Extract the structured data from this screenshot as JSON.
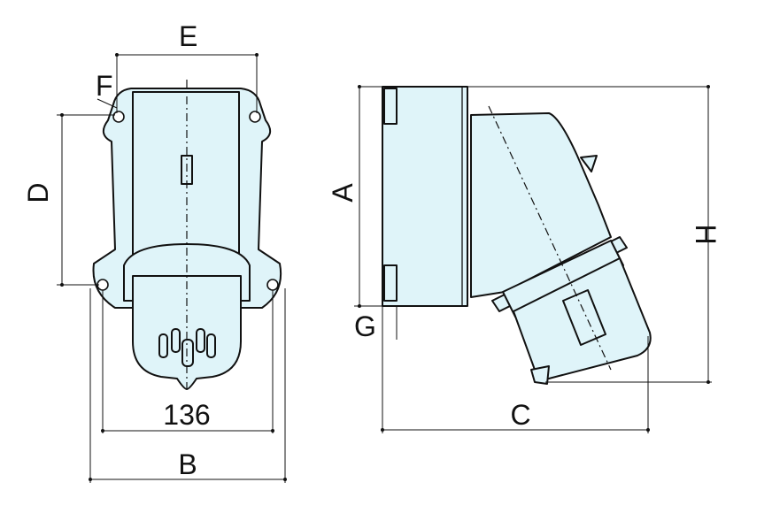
{
  "labels": {
    "E": "E",
    "F": "F",
    "D": "D",
    "dim136": "136",
    "B": "B",
    "A": "A",
    "G": "G",
    "H": "H",
    "C": "C"
  },
  "colors": {
    "body_fill": "#dff4f9",
    "outline": "#111111",
    "background": "#ffffff"
  }
}
